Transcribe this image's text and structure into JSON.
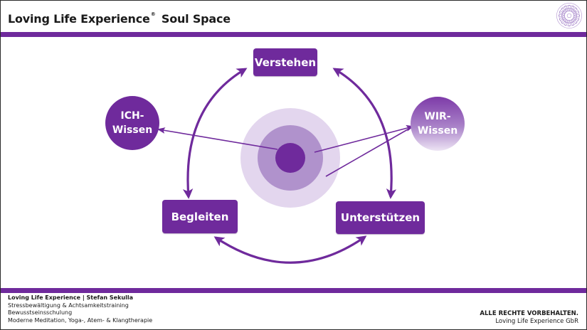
{
  "header": {
    "title_brand": "Loving Life Experience",
    "registered_mark": "®",
    "title_suffix": "Soul Space",
    "logo": "mandala-logo"
  },
  "colors": {
    "accent": "#6f2a9c",
    "ring_outer": "#e3d6ee",
    "ring_middle": "#b092cc",
    "ring_inner": "#6f2a9c"
  },
  "diagram": {
    "nodes": {
      "verstehen": "Verstehen",
      "begleiten": "Begleiten",
      "unterstuetzen": "Unterstützen",
      "ich_line1": "ICH-",
      "ich_line2": "Wissen",
      "wir_line1": "WIR-",
      "wir_line2": "Wissen"
    }
  },
  "footer": {
    "left": {
      "line1": "Loving Life Experience | Stefan Sekulla",
      "line2": "Stressbewältigung & Achtsamkeitstraining",
      "line3": "Bewusstseinsschulung",
      "line4": "Moderne Meditation, Yoga-, Atem- & Klangtherapie"
    },
    "right": {
      "line1": "ALLE RECHTE VORBEHALTEN.",
      "line2": "Loving Life Experience GbR"
    }
  }
}
